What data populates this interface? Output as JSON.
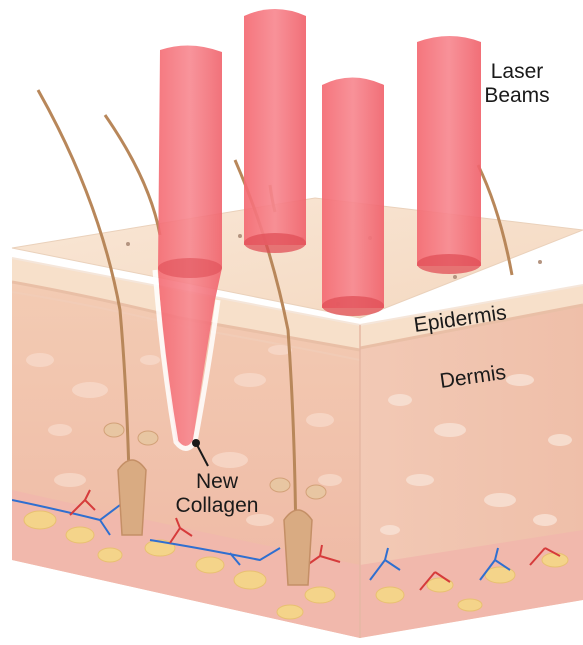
{
  "labels": {
    "laser_line1": "Laser",
    "laser_line2": "Beams",
    "epidermis": "Epidermis",
    "dermis": "Dermis",
    "collagen_line1": "New",
    "collagen_line2": "Collagen"
  },
  "colors": {
    "background": "#ffffff",
    "laser_beam": "#f26b6b",
    "laser_beam_dark": "#e04f57",
    "epidermis": "#f5dcc3",
    "dermis": "#f3c3a8",
    "skin_top": "#f7e2cd",
    "hair": "#b8875a",
    "follicle": "#d9ab82",
    "vessel_red": "#d63b3b",
    "vessel_blue": "#2f6fd0",
    "fat_yellow": "#f4d48a",
    "collagen_marker": "#1a1a1a"
  }
}
